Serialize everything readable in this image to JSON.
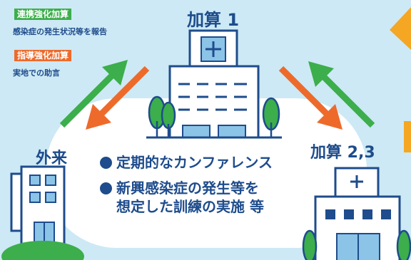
{
  "badges": {
    "renkei": {
      "label": "連携強化加算",
      "color": "#3cae4b",
      "caption": "感染症の発生状況等を報告"
    },
    "shidou": {
      "label": "指導強化加算",
      "color": "#ee6a2b",
      "caption": "実地での助言"
    }
  },
  "buildings": {
    "main": "加算 1",
    "outpatient": "外来",
    "other": "加算 2,3"
  },
  "bullets": {
    "line1": "定期的なカンファレンス",
    "line2a": "新興感染症の発生等を",
    "line2b": "想定した訓練の実施 等"
  },
  "colors": {
    "navy": "#1e4c8c",
    "building_fill": "#ffffff",
    "window": "#8cc4e8",
    "tree": "#3cae4b",
    "arrow_green": "#3cae4b",
    "arrow_orange": "#ee6a2b",
    "accent_orange": "#f5a623"
  }
}
